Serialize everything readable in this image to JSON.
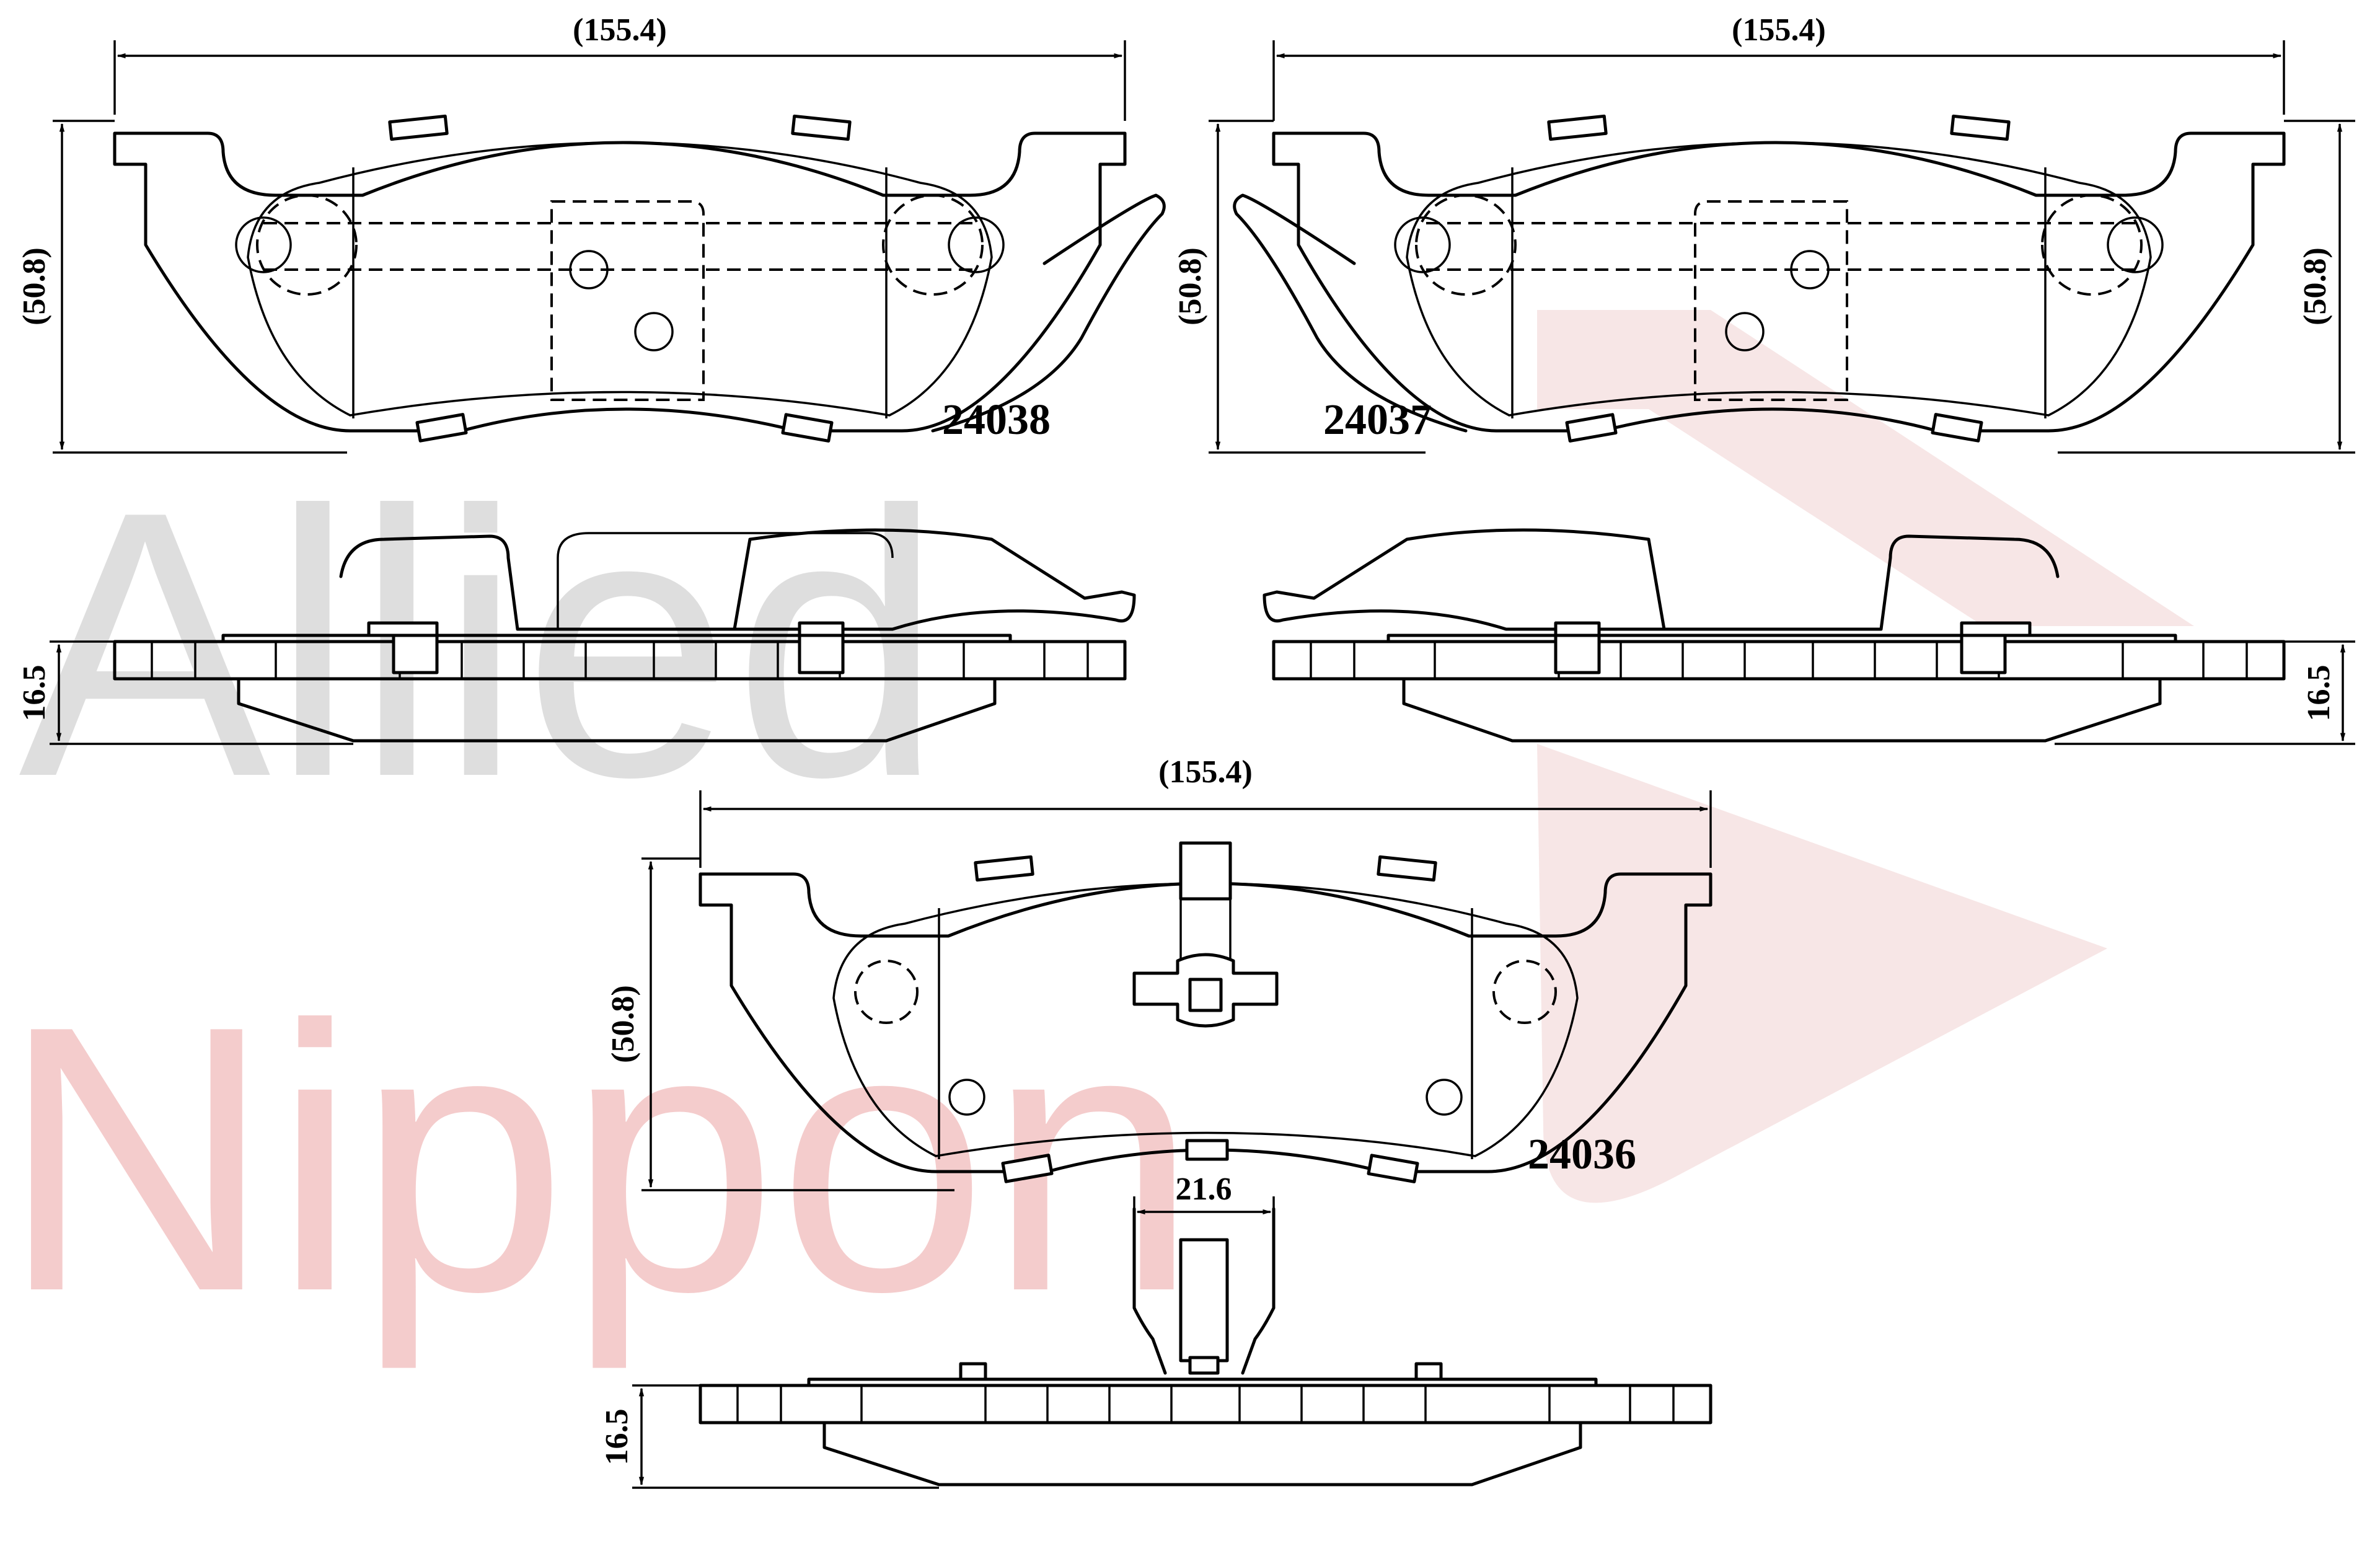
{
  "watermark": {
    "line1": "Allied",
    "line2": "Nippon",
    "color_gray": "#d9d9d9",
    "color_red": "#f3c4c4"
  },
  "parts": [
    {
      "id": "24038",
      "label": "24038"
    },
    {
      "id": "24037",
      "label": "24037"
    },
    {
      "id": "24036",
      "label": "24036"
    }
  ],
  "dimensions": {
    "width": "(155.4)",
    "height": "(50.8)",
    "thickness": "16.5",
    "clip_width": "21.6"
  }
}
